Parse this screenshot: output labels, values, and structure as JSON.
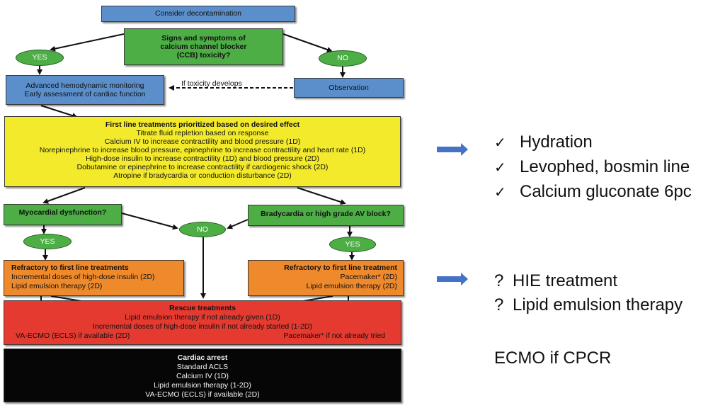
{
  "flowchart": {
    "decontamination": "Consider decontamination",
    "signs_question": [
      "Signs and symptoms of",
      "calcium channel blocker",
      "(CCB) toxicity?"
    ],
    "yes_label": "YES",
    "no_label": "NO",
    "advanced_monitoring": [
      "Advanced hemodynamic monitoring",
      "Early assessment of cardiac function"
    ],
    "if_toxicity_develops": "If toxicity develops",
    "observation": "Observation",
    "first_line": {
      "title": "First line treatments prioritized based on desired effect",
      "items": [
        "Titrate fluid repletion based on response",
        "Calcium IV to increase contractility and blood pressure (1D)",
        "Norepinephrine to increase blood pressure, epinephrine to increase contractility and heart rate (1D)",
        "High-dose insulin to increase contractility (1D) and blood pressure (2D)",
        "Dobutamine or epinephrine to increase contractility if cardiogenic shock (2D)",
        "Atropine if bradycardia or conduction disturbance (2D)"
      ]
    },
    "myocardial_question": "Myocardial dysfunction?",
    "bradycardia_question": "Bradycardia or high grade AV block?",
    "middle_no": "NO",
    "left_yes": "YES",
    "right_yes": "YES",
    "refractory_left": {
      "title": "Refractory to first line treatments",
      "items": [
        "Incremental doses of high-dose insulin  (2D)",
        "Lipid emulsion therapy (2D)"
      ]
    },
    "refractory_right": {
      "title": "Refractory to first line treatment",
      "items": [
        "Pacemaker* (2D)",
        "Lipid emulsion therapy (2D)"
      ]
    },
    "rescue": {
      "title": "Rescue treatments",
      "items": [
        "Lipid emulsion therapy if not already given (1D)",
        "Incremental doses of high-dose insulin if not already started (1-2D)"
      ],
      "left_item": "VA-ECMO (ECLS) if available (2D)",
      "right_item": "Pacemaker* if not already tried"
    },
    "cardiac_arrest": {
      "title": "Cardiac arrest",
      "items": [
        "Standard ACLS",
        "Calcium IV (1D)",
        "Lipid emulsion therapy (1-2D)",
        "VA-ECMO (ECLS) if available (2D)"
      ]
    }
  },
  "notes": {
    "checked_items": [
      "Hydration",
      "Levophed, bosmin line",
      "Calcium gluconate 6pc"
    ],
    "question_items": [
      "HIE treatment",
      "Lipid emulsion therapy"
    ],
    "check_mark": "✓",
    "question_mark": "?",
    "ecmo_note": "ECMO if CPCR"
  },
  "colors": {
    "blue_box": "#5b8fcb",
    "green_box": "#4cae45",
    "yellow_box": "#f3ea2c",
    "orange_box": "#ee8a2c",
    "red_box": "#e43a30",
    "black_box": "#060606",
    "pointer_arrow": "#4472c4"
  }
}
